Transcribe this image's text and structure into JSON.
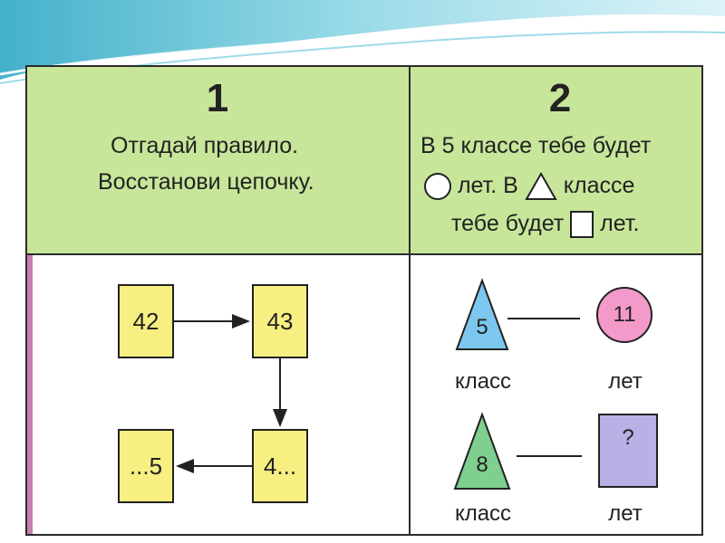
{
  "task1": {
    "number": "1",
    "line1": "Отгадай правило.",
    "line2": "Восстанови цепочку.",
    "boxes": [
      "42",
      "43",
      "4...",
      "...5"
    ]
  },
  "task2": {
    "number": "2",
    "line1": "В 5 классе тебе будет",
    "line2_a": "лет. В",
    "line2_b": "классе",
    "line3_a": "тебе будет",
    "line3_b": "лет.",
    "row1": {
      "triangle": "5",
      "circle": "11",
      "label_left": "класс",
      "label_right": "лет"
    },
    "row2": {
      "triangle": "8",
      "square": "?",
      "label_left": "класс",
      "label_right": "лет"
    }
  },
  "colors": {
    "band_green": "#c7e69a",
    "box_yellow": "#f7ef82",
    "triangle_blue": "#7cc7ee",
    "triangle_green": "#7fcf8e",
    "circle_pink": "#f39acb",
    "square_purple": "#b9b0e6"
  }
}
